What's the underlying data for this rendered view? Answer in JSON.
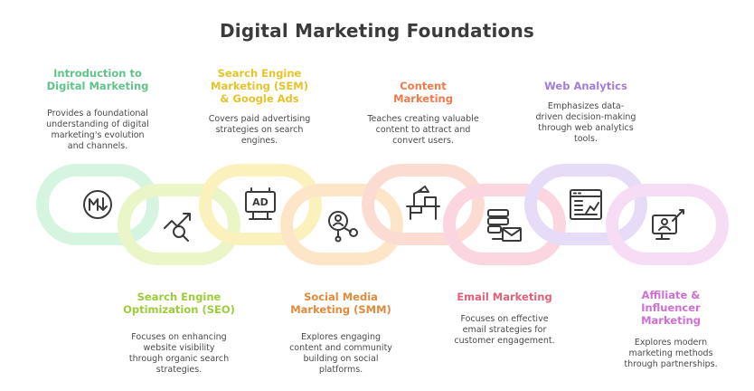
{
  "title": "Digital Marketing Foundations",
  "colors": {
    "green": "#5fc48a",
    "lime": "#9ccc3a",
    "yellow": "#e6c32a",
    "orange": "#e08a3c",
    "peach": "#f07a4a",
    "pink": "#e2607a",
    "violet": "#a07ed8",
    "magenta": "#cf6fd2"
  },
  "steps": [
    {
      "title": "Introduction to\nDigital Marketing",
      "description": "Provides a foundational\nunderstanding of digital\nmarketing's evolution\nand channels.",
      "icon": "markdown-download-icon",
      "title_color": "#5fc48a",
      "ring_color": "#d6f5e0"
    },
    {
      "title": "Search Engine\nOptimization (SEO)",
      "description": "Focuses on enhancing\nwebsite visibility\nthrough organic search\nstrategies.",
      "icon": "trend-search-icon",
      "title_color": "#9ccc3a",
      "ring_color": "#eaf6c8"
    },
    {
      "title": "Search Engine\nMarketing (SEM)\n& Google Ads",
      "description": "Covers paid advertising\nstrategies on search\nengines.",
      "icon": "ad-billboard-icon",
      "title_color": "#e6c32a",
      "ring_color": "#fbf1bd"
    },
    {
      "title": "Social Media\nMarketing (SMM)",
      "description": "Explores engaging\ncontent and community\nbuilding on social\nplatforms.",
      "icon": "user-network-icon",
      "title_color": "#e08a3c",
      "ring_color": "#fde6c8"
    },
    {
      "title": "Content\nMarketing",
      "description": "Teaches creating valuable\ncontent to attract and\nconvert users.",
      "icon": "desk-lamp-icon",
      "title_color": "#f07a4a",
      "ring_color": "#fcdcd2"
    },
    {
      "title": "Email Marketing",
      "description": "Focuses on effective\nemail strategies for\ncustomer engagement.",
      "icon": "server-mail-icon",
      "title_color": "#e2607a",
      "ring_color": "#fbd6e0"
    },
    {
      "title": "Web Analytics",
      "description": "Emphasizes data-\ndriven decision-making\nthrough web analytics\ntools.",
      "icon": "analytics-dashboard-icon",
      "title_color": "#a07ed8",
      "ring_color": "#e6dcf8"
    },
    {
      "title": "Affiliate &\nInfluencer\nMarketing",
      "description": "Explores modern\nmarketing methods\nthrough partnerships.",
      "icon": "influencer-screen-icon",
      "title_color": "#cf6fd2",
      "ring_color": "#f6dcf5"
    }
  ]
}
